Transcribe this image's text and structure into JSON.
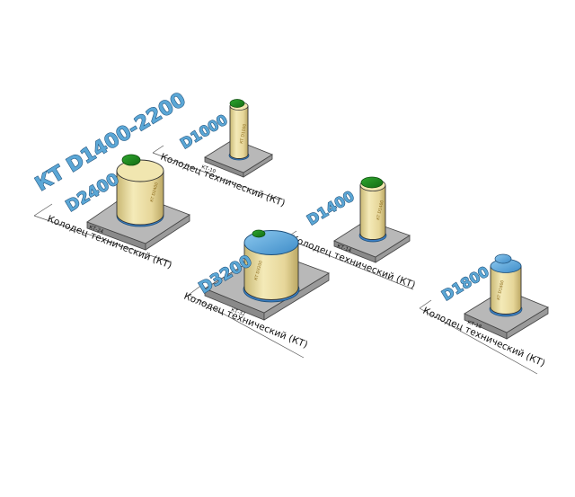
{
  "series_label": "КТ D1400-2200",
  "wells": [
    {
      "id": "kt24",
      "diameter_label": "D2400",
      "tag": "КТ-24",
      "caption": "Колодец технический (КТ)",
      "cap_color": "green"
    },
    {
      "id": "kt10",
      "diameter_label": "D1000",
      "tag": "КТ-10",
      "caption": "Колодец технический (КТ)",
      "cap_color": "green"
    },
    {
      "id": "kt14",
      "diameter_label": "D1400",
      "tag": "КТ-14",
      "caption": "Колодец технический (КТ)",
      "cap_color": "green"
    },
    {
      "id": "kt32",
      "diameter_label": "D3200",
      "tag": "КТ-32",
      "caption": "Колодец технический (КТ)",
      "cap_color": "blue"
    },
    {
      "id": "kt18",
      "diameter_label": "D1800",
      "tag": "КТ-18",
      "caption": "Колодец технический (КТ)",
      "cap_color": "blue"
    }
  ],
  "colors": {
    "body": "#efe3a6",
    "cap_green": "#1f8a1f",
    "cap_blue": "#5aa8dc",
    "ring_blue": "#3a7fc4",
    "label_fill": "#5ba7d6",
    "slab": "#b8b8b8"
  }
}
